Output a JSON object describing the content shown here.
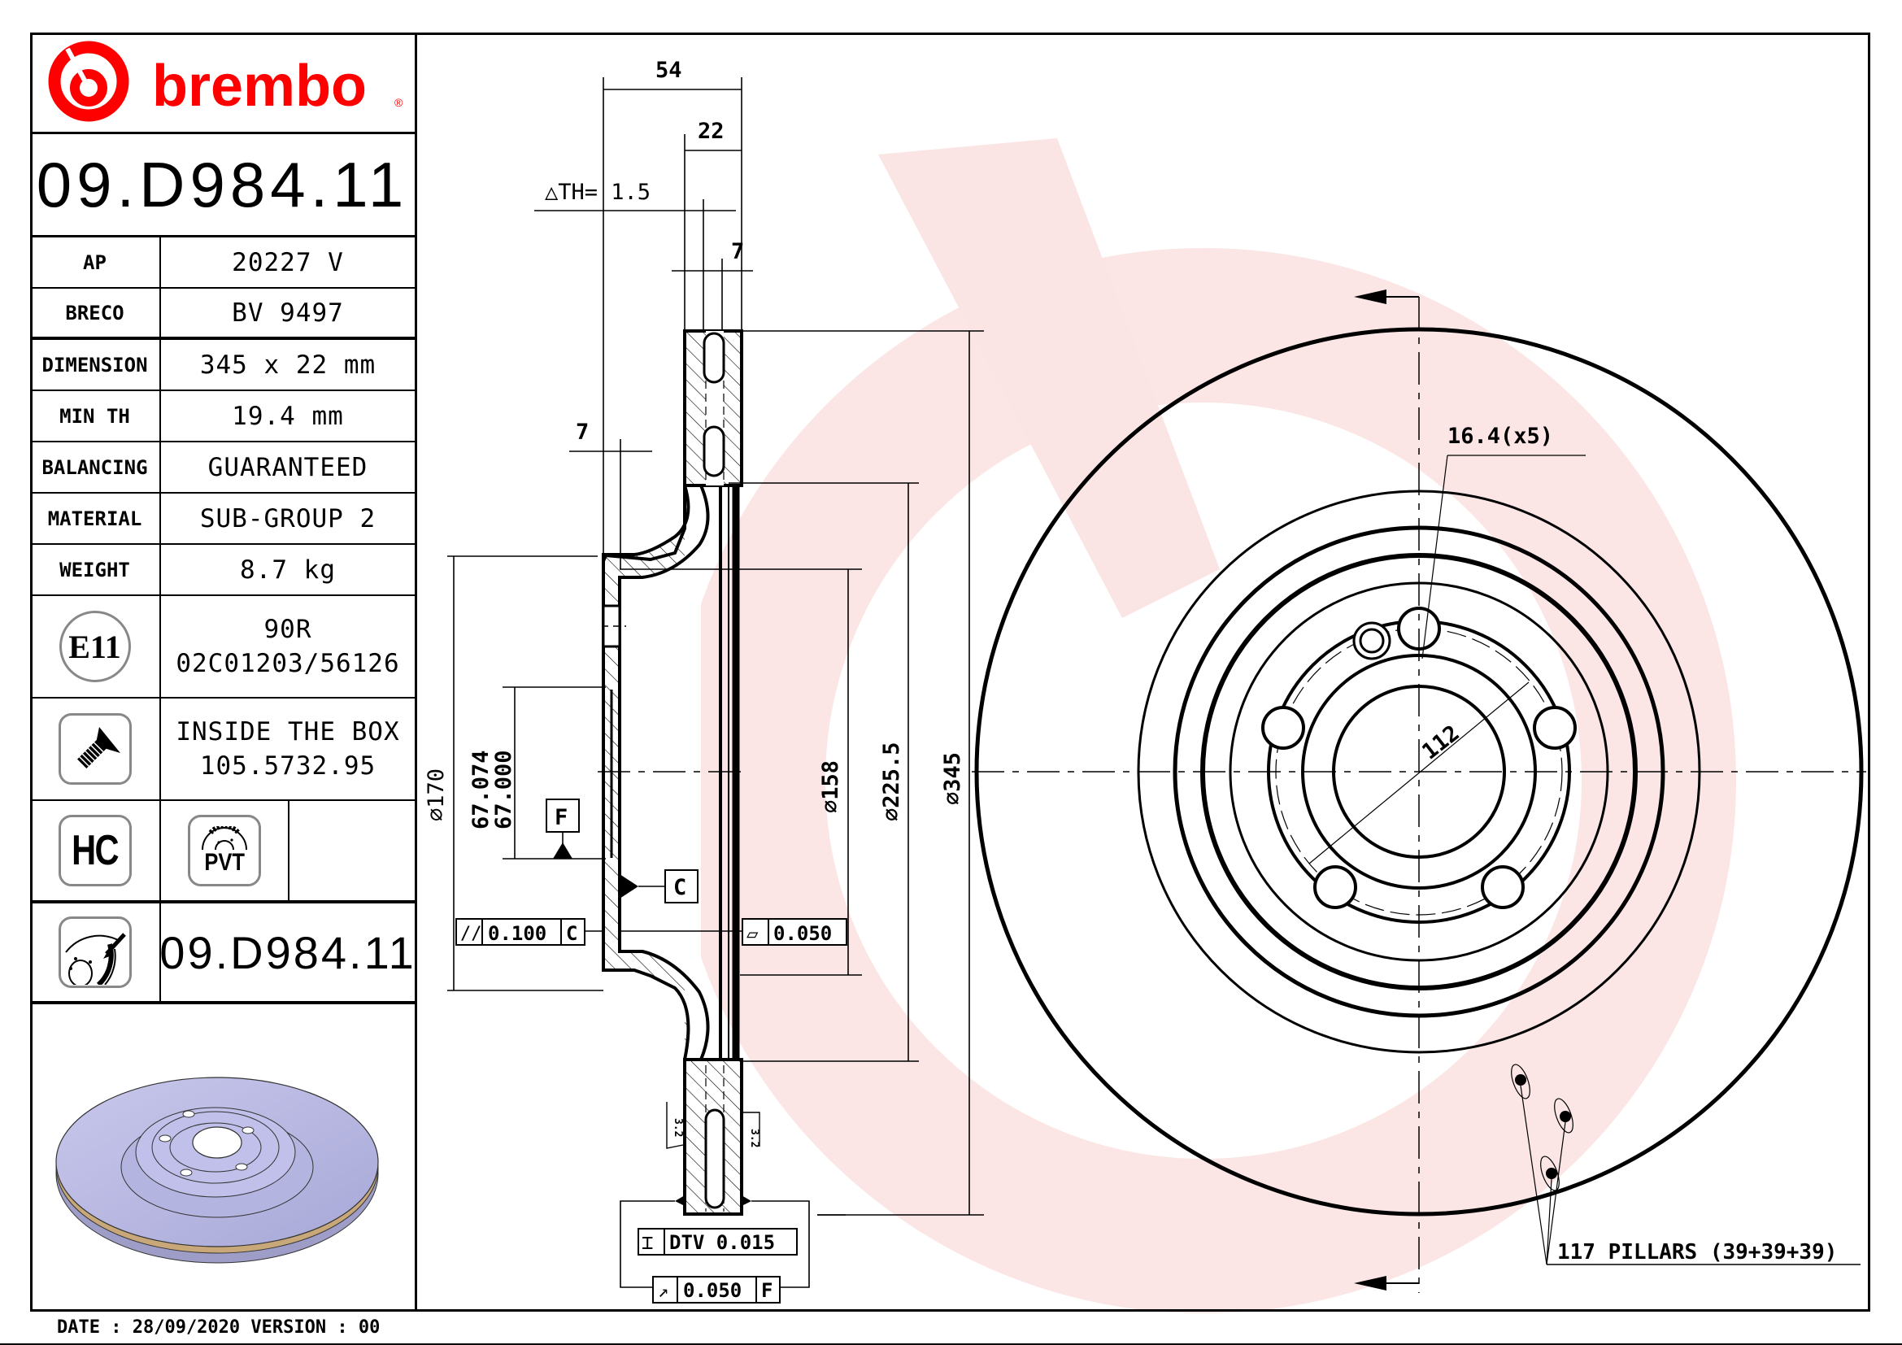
{
  "brand": {
    "name": "brembo",
    "registered_mark": "®",
    "color": "#ff0000"
  },
  "part_number": "09.D984.11",
  "spec_table": [
    {
      "label": "AP",
      "value": "20227 V"
    },
    {
      "label": "BRECO",
      "value": "BV 9497"
    },
    {
      "label": "DIMENSION",
      "value": "345 x 22 mm"
    },
    {
      "label": "MIN TH",
      "value": "19.4 mm"
    },
    {
      "label": "BALANCING",
      "value": "GUARANTEED"
    },
    {
      "label": "MATERIAL",
      "value": "SUB-GROUP 2"
    },
    {
      "label": "WEIGHT",
      "value": "8.7 kg"
    }
  ],
  "approval": {
    "icon": "e11-approval-icon",
    "icon_text": "E11",
    "line1": "90R",
    "line2": "02C01203/56126"
  },
  "screw": {
    "icon": "screw-icon",
    "line1": "INSIDE THE BOX",
    "line2": "105.5732.95"
  },
  "features": {
    "hc_icon_text": "HC",
    "pvt_icon_text": "PVT"
  },
  "part_number_repeat": "09.D984.11",
  "footer": {
    "date_label": "DATE : 28/09/2020 VERSION : 00"
  },
  "drawing": {
    "watermark_color": "#fbe4e4",
    "dimensions": {
      "overall_height": "54",
      "thickness": "22",
      "delta_th": "△TH= 1.5",
      "braking_band_right": "7",
      "hat_wall": "7",
      "dia_170": "⌀170",
      "dia_67_upper": "67.074",
      "dia_67_lower": "67.000",
      "dia_158": "⌀158",
      "dia_225": "⌀225.5",
      "dia_345": "⌀345",
      "bolt_circle": "112",
      "bolt_hole": "16.4(x5)",
      "pillars": "117 PILLARS (39+39+39)",
      "roughness_left": "3.2",
      "roughness_right": "3.2"
    },
    "datums": {
      "f": "F",
      "c": "C"
    },
    "tolerances": {
      "parallelism": {
        "symbol": "//",
        "value": "0.100",
        "datum": "C"
      },
      "flatness": {
        "symbol": "▱",
        "value": "0.050"
      },
      "dtv": {
        "symbol": "⌶",
        "value": "DTV 0.015"
      },
      "runout": {
        "symbol": "↗",
        "value": "0.050",
        "datum": "F"
      }
    }
  }
}
